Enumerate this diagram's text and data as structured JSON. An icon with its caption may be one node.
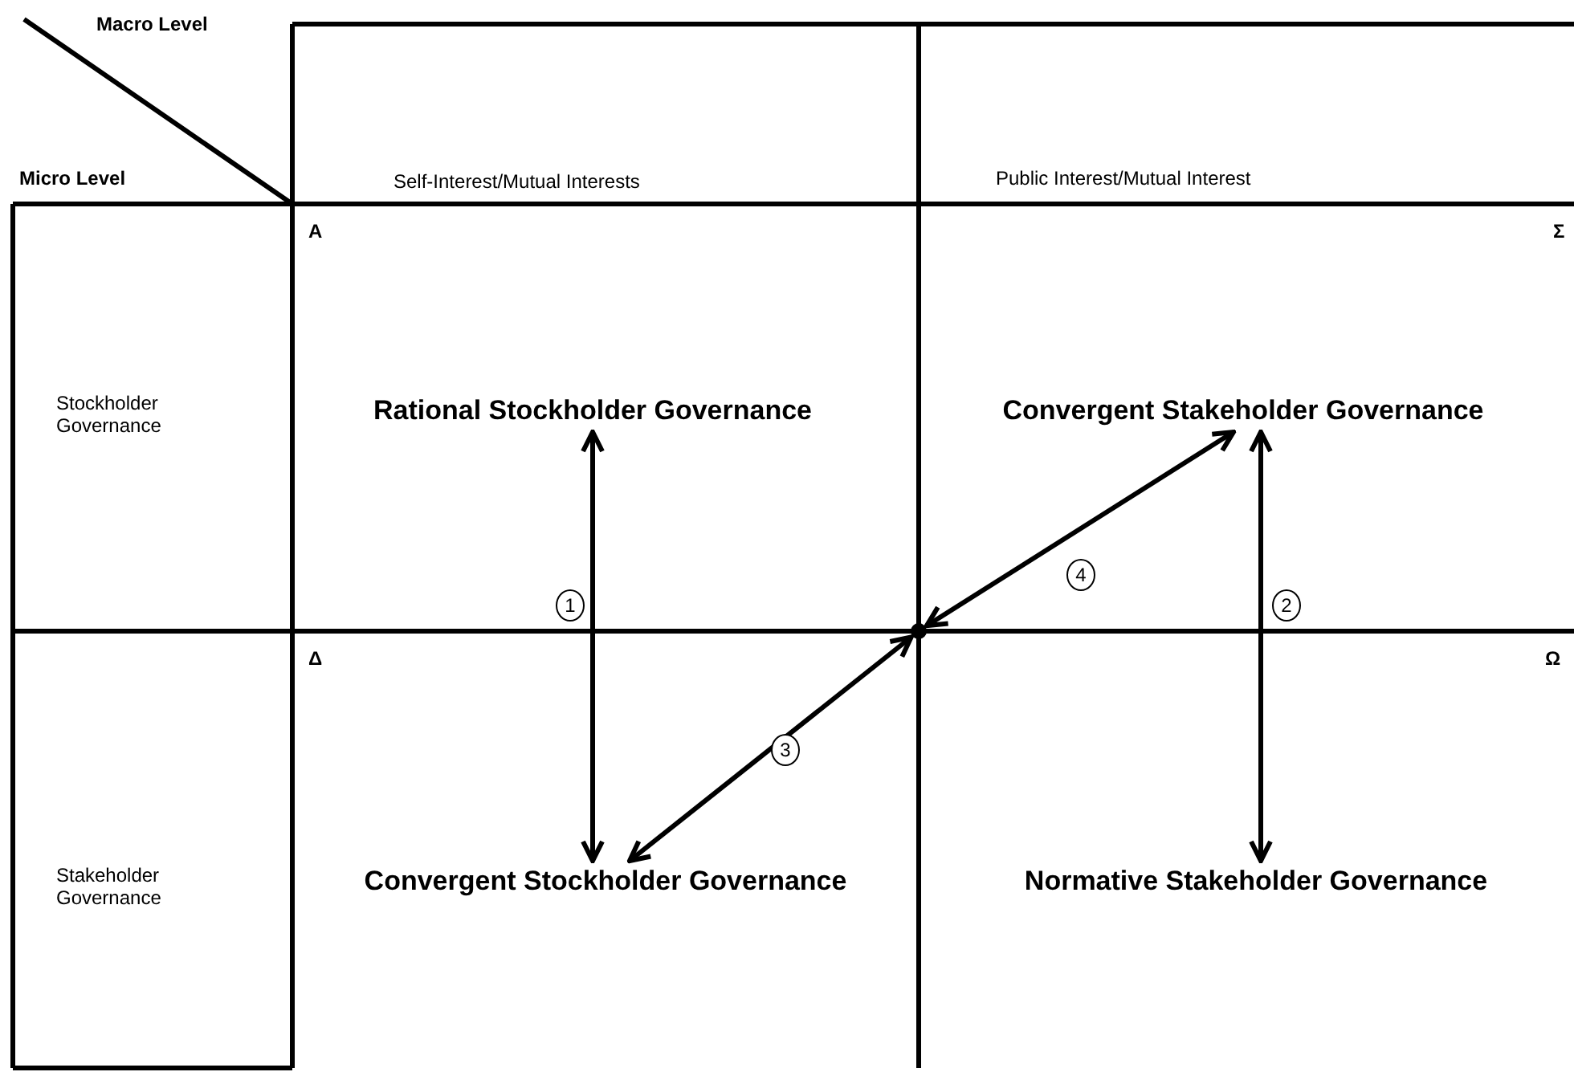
{
  "diagram": {
    "nodes": [
      {
        "text": [
          "Rational Stockholder Governance"
        ]
      },
      {
        "text": [
          "Convergent Stakeholder Governance"
        ]
      },
      {
        "text": [],
        "shape": "circle"
      },
      {
        "text": [
          "Convergent Stockholder Governance"
        ]
      },
      {
        "text": [
          "Normative Stakeholder Governance"
        ]
      }
    ],
    "edges": [
      {
        "from": 0,
        "to": 3,
        "arrow": "both",
        "label": "1"
      },
      {
        "from": 1,
        "to": 4,
        "arrow": "both",
        "label": "2"
      },
      {
        "from": 3,
        "to": 2,
        "arrow": "both",
        "label": "3"
      },
      {
        "from": 2,
        "to": 1,
        "arrow": "both",
        "label": "4"
      }
    ],
    "labels": [
      "Macro Level",
      "Micro Level",
      "Self-Interest/Mutual Interests",
      "Public Interest/Mutual Interest",
      "A",
      "Σ",
      "Stockholder Governance",
      "Δ",
      "Ω",
      "Stakeholder Governance"
    ]
  }
}
